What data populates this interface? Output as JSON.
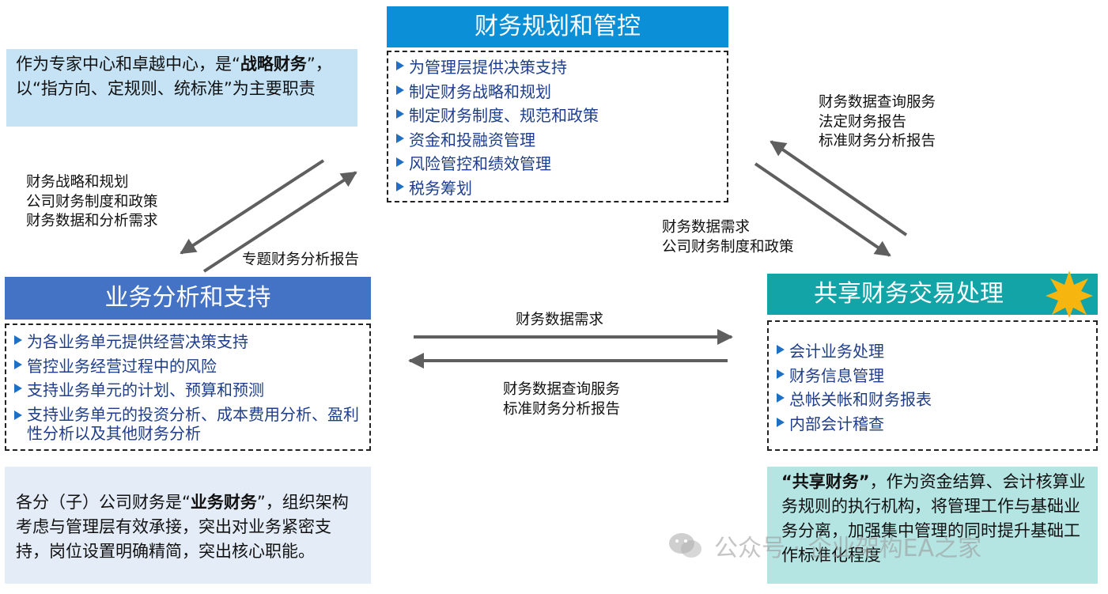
{
  "top": {
    "title": "财务规划和管控",
    "items": [
      "为管理层提供决策支持",
      "制定财务战略和规划",
      "制定财务制度、规范和政策",
      "资金和投融资管理",
      "风险管控和绩效管理",
      "税务筹划"
    ],
    "note": {
      "p1": "作为专家中心和卓越中心，是“",
      "bold": "战略财务",
      "p2": "”，以“指方向、定规则、统标准”为主要职责"
    }
  },
  "left": {
    "title": "业务分析和支持",
    "items": [
      "为各业务单元提供经营决策支持",
      "管控业务经营过程中的风险",
      "支持业务单元的计划、预算和预测",
      "支持业务单元的投资分析、成本费用分析、盈利性分析以及其他财务分析"
    ],
    "note": {
      "p1": "各分（子）公司财务是“",
      "bold": "业务财务",
      "p2": "”，组织架构考虑与管理层有效承接，突出对业务紧密支持，岗位设置明确精简，突出核心职能。"
    }
  },
  "right": {
    "title": "共享财务交易处理",
    "items": [
      "会计业务处理",
      "财务信息管理",
      "总帐关帐和财务报表",
      "内部会计稽查"
    ],
    "note": {
      "bold": "“共享财务”",
      "p2": "，作为资金结算、会计核算业务规则的执行机构，将管理工作与基础业务分离，加强集中管理的同时提升基础工作标准化程度"
    }
  },
  "flows": {
    "top_to_left": [
      "财务战略和规划",
      "公司财务制度和政策",
      "财务数据和分析需求"
    ],
    "left_to_top": "专题财务分析报告",
    "right_to_top": [
      "财务数据查询服务",
      "法定财务报告",
      "标准财务分析报告"
    ],
    "top_to_right": [
      "财务数据需求",
      "公司财务制度和政策"
    ],
    "left_to_right": "财务数据需求",
    "right_to_left": [
      "财务数据查询服务",
      "标准财务分析报告"
    ]
  },
  "watermark": "公众号 · 企业架构EA之家",
  "icons": {
    "star": "star-icon",
    "bullet": "triangle-bullet-icon",
    "wechat": "wechat-icon"
  },
  "colors": {
    "top_header": "#0b8fd6",
    "left_header": "#4472c4",
    "right_header": "#12a4a6",
    "bullet_text": "#1f3e8a",
    "arrow": "#5f5f5f",
    "star": "#f6b50f"
  }
}
